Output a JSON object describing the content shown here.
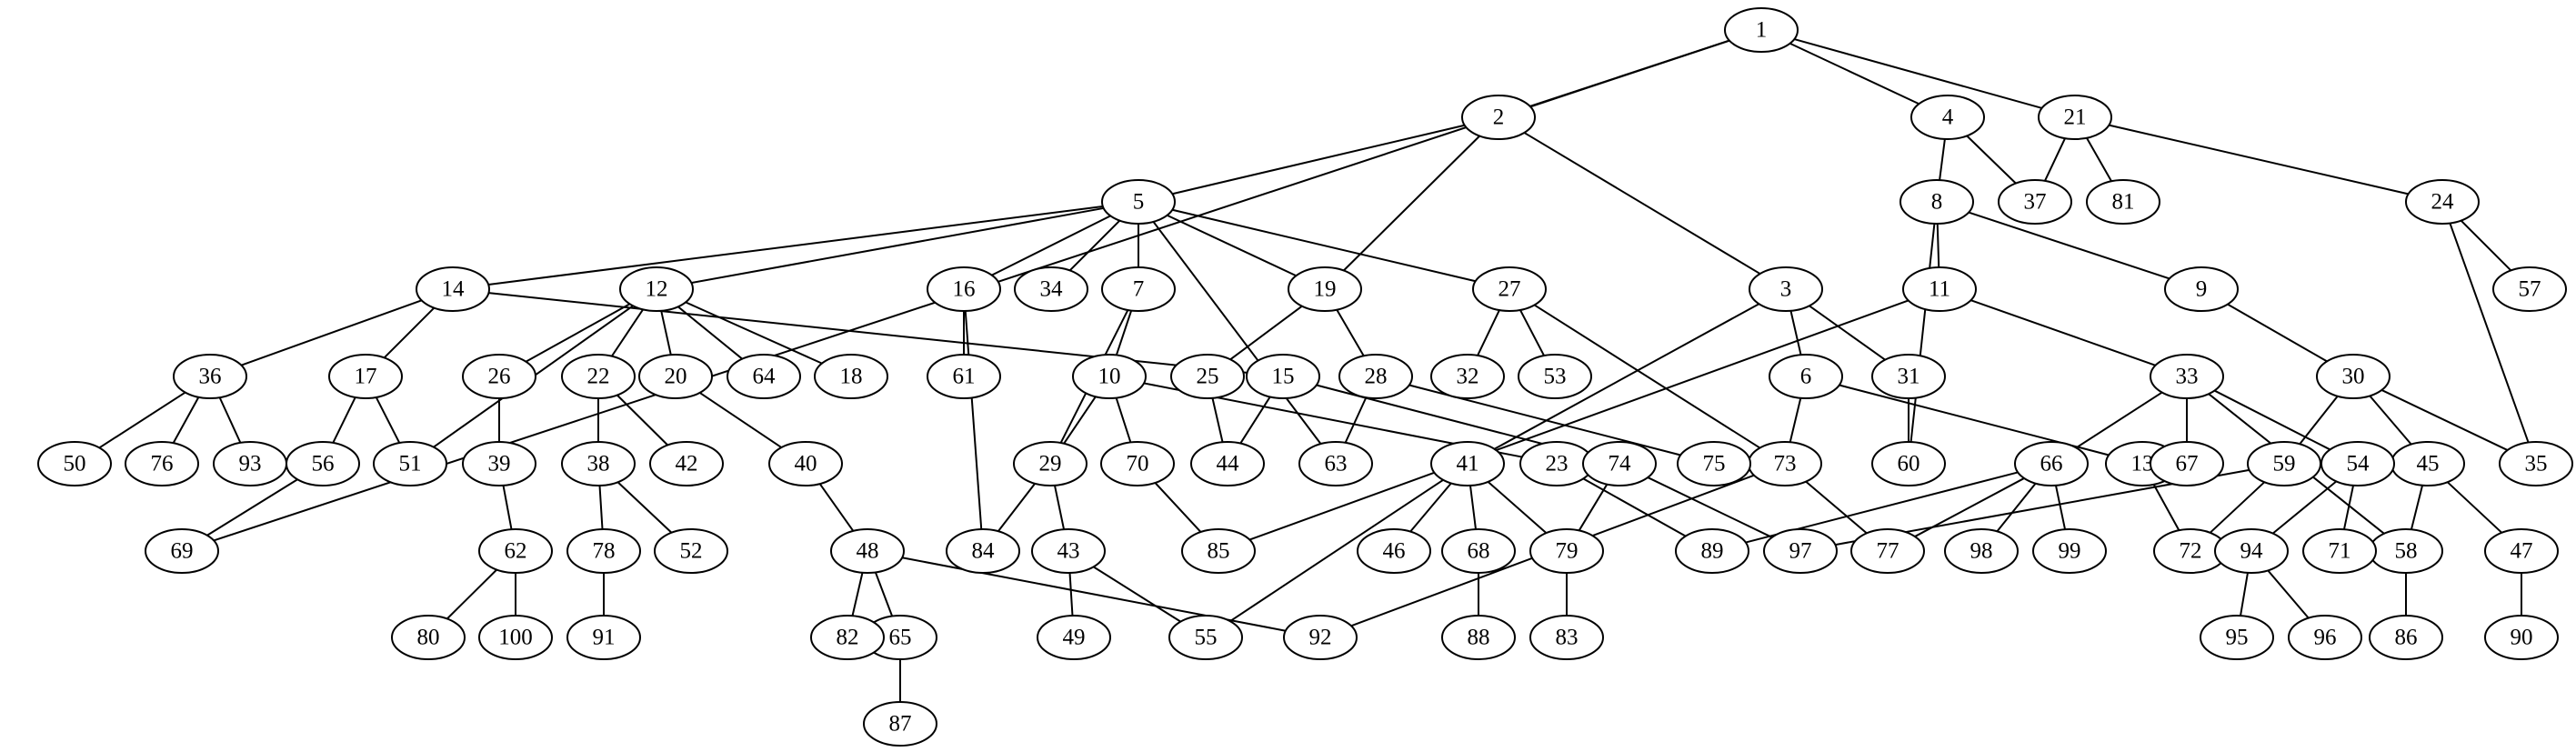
{
  "graph": {
    "nodes": [
      {
        "id": "1",
        "label": "1"
      },
      {
        "id": "2",
        "label": "2"
      },
      {
        "id": "3",
        "label": "3"
      },
      {
        "id": "4",
        "label": "4"
      },
      {
        "id": "5",
        "label": "5"
      },
      {
        "id": "6",
        "label": "6"
      },
      {
        "id": "7",
        "label": "7"
      },
      {
        "id": "8",
        "label": "8"
      },
      {
        "id": "9",
        "label": "9"
      },
      {
        "id": "10",
        "label": "10"
      },
      {
        "id": "11",
        "label": "11"
      },
      {
        "id": "12",
        "label": "12"
      },
      {
        "id": "13",
        "label": "13"
      },
      {
        "id": "14",
        "label": "14"
      },
      {
        "id": "15",
        "label": "15"
      },
      {
        "id": "16",
        "label": "16"
      },
      {
        "id": "17",
        "label": "17"
      },
      {
        "id": "18",
        "label": "18"
      },
      {
        "id": "19",
        "label": "19"
      },
      {
        "id": "20",
        "label": "20"
      },
      {
        "id": "21",
        "label": "21"
      },
      {
        "id": "22",
        "label": "22"
      },
      {
        "id": "23",
        "label": "23"
      },
      {
        "id": "24",
        "label": "24"
      },
      {
        "id": "25",
        "label": "25"
      },
      {
        "id": "26",
        "label": "26"
      },
      {
        "id": "27",
        "label": "27"
      },
      {
        "id": "28",
        "label": "28"
      },
      {
        "id": "29",
        "label": "29"
      },
      {
        "id": "30",
        "label": "30"
      },
      {
        "id": "31",
        "label": "31"
      },
      {
        "id": "32",
        "label": "32"
      },
      {
        "id": "33",
        "label": "33"
      },
      {
        "id": "34",
        "label": "34"
      },
      {
        "id": "35",
        "label": "35"
      },
      {
        "id": "36",
        "label": "36"
      },
      {
        "id": "37",
        "label": "37"
      },
      {
        "id": "38",
        "label": "38"
      },
      {
        "id": "39",
        "label": "39"
      },
      {
        "id": "40",
        "label": "40"
      },
      {
        "id": "41",
        "label": "41"
      },
      {
        "id": "42",
        "label": "42"
      },
      {
        "id": "43",
        "label": "43"
      },
      {
        "id": "44",
        "label": "44"
      },
      {
        "id": "45",
        "label": "45"
      },
      {
        "id": "46",
        "label": "46"
      },
      {
        "id": "47",
        "label": "47"
      },
      {
        "id": "48",
        "label": "48"
      },
      {
        "id": "49",
        "label": "49"
      },
      {
        "id": "50",
        "label": "50"
      },
      {
        "id": "51",
        "label": "51"
      },
      {
        "id": "52",
        "label": "52"
      },
      {
        "id": "53",
        "label": "53"
      },
      {
        "id": "54",
        "label": "54"
      },
      {
        "id": "55",
        "label": "55"
      },
      {
        "id": "56",
        "label": "56"
      },
      {
        "id": "57",
        "label": "57"
      },
      {
        "id": "58",
        "label": "58"
      },
      {
        "id": "59",
        "label": "59"
      },
      {
        "id": "60",
        "label": "60"
      },
      {
        "id": "61",
        "label": "61"
      },
      {
        "id": "62",
        "label": "62"
      },
      {
        "id": "63",
        "label": "63"
      },
      {
        "id": "64",
        "label": "64"
      },
      {
        "id": "65",
        "label": "65"
      },
      {
        "id": "66",
        "label": "66"
      },
      {
        "id": "67",
        "label": "67"
      },
      {
        "id": "68",
        "label": "68"
      },
      {
        "id": "69",
        "label": "69"
      },
      {
        "id": "70",
        "label": "70"
      },
      {
        "id": "71",
        "label": "71"
      },
      {
        "id": "72",
        "label": "72"
      },
      {
        "id": "73",
        "label": "73"
      },
      {
        "id": "74",
        "label": "74"
      },
      {
        "id": "75",
        "label": "75"
      },
      {
        "id": "76",
        "label": "76"
      },
      {
        "id": "77",
        "label": "77"
      },
      {
        "id": "78",
        "label": "78"
      },
      {
        "id": "79",
        "label": "79"
      },
      {
        "id": "80",
        "label": "80"
      },
      {
        "id": "81",
        "label": "81"
      },
      {
        "id": "82",
        "label": "82"
      },
      {
        "id": "83",
        "label": "83"
      },
      {
        "id": "84",
        "label": "84"
      },
      {
        "id": "85",
        "label": "85"
      },
      {
        "id": "86",
        "label": "86"
      },
      {
        "id": "87",
        "label": "87"
      },
      {
        "id": "88",
        "label": "88"
      },
      {
        "id": "89",
        "label": "89"
      },
      {
        "id": "90",
        "label": "90"
      },
      {
        "id": "91",
        "label": "91"
      },
      {
        "id": "92",
        "label": "92"
      },
      {
        "id": "93",
        "label": "93"
      },
      {
        "id": "94",
        "label": "94"
      },
      {
        "id": "95",
        "label": "95"
      },
      {
        "id": "96",
        "label": "96"
      },
      {
        "id": "97",
        "label": "97"
      },
      {
        "id": "98",
        "label": "98"
      },
      {
        "id": "99",
        "label": "99"
      },
      {
        "id": "100",
        "label": "100"
      }
    ],
    "edges": [
      [
        "1",
        "2"
      ],
      [
        "1",
        "4"
      ],
      [
        "1",
        "21"
      ],
      [
        "1",
        "69"
      ],
      [
        "2",
        "5"
      ],
      [
        "2",
        "19"
      ],
      [
        "2",
        "3"
      ],
      [
        "4",
        "8"
      ],
      [
        "4",
        "37"
      ],
      [
        "21",
        "37"
      ],
      [
        "21",
        "81"
      ],
      [
        "21",
        "24"
      ],
      [
        "24",
        "57"
      ],
      [
        "24",
        "35"
      ],
      [
        "5",
        "14"
      ],
      [
        "5",
        "12"
      ],
      [
        "5",
        "16"
      ],
      [
        "5",
        "34"
      ],
      [
        "5",
        "7"
      ],
      [
        "5",
        "19"
      ],
      [
        "5",
        "27"
      ],
      [
        "5",
        "63"
      ],
      [
        "8",
        "11"
      ],
      [
        "8",
        "9"
      ],
      [
        "8",
        "60"
      ],
      [
        "3",
        "6"
      ],
      [
        "3",
        "31"
      ],
      [
        "3",
        "41"
      ],
      [
        "11",
        "85"
      ],
      [
        "11",
        "33"
      ],
      [
        "9",
        "30"
      ],
      [
        "14",
        "36"
      ],
      [
        "14",
        "17"
      ],
      [
        "14",
        "15"
      ],
      [
        "12",
        "51"
      ],
      [
        "12",
        "26"
      ],
      [
        "12",
        "22"
      ],
      [
        "12",
        "20"
      ],
      [
        "12",
        "64"
      ],
      [
        "12",
        "18"
      ],
      [
        "16",
        "61"
      ],
      [
        "16",
        "84"
      ],
      [
        "7",
        "10"
      ],
      [
        "7",
        "29"
      ],
      [
        "19",
        "25"
      ],
      [
        "19",
        "28"
      ],
      [
        "27",
        "32"
      ],
      [
        "27",
        "53"
      ],
      [
        "27",
        "73"
      ],
      [
        "6",
        "73"
      ],
      [
        "6",
        "13"
      ],
      [
        "31",
        "60"
      ],
      [
        "33",
        "66"
      ],
      [
        "33",
        "67"
      ],
      [
        "33",
        "54"
      ],
      [
        "33",
        "58"
      ],
      [
        "30",
        "59"
      ],
      [
        "30",
        "45"
      ],
      [
        "30",
        "35"
      ],
      [
        "36",
        "50"
      ],
      [
        "36",
        "76"
      ],
      [
        "36",
        "93"
      ],
      [
        "17",
        "56"
      ],
      [
        "17",
        "51"
      ],
      [
        "26",
        "39"
      ],
      [
        "22",
        "38"
      ],
      [
        "22",
        "42"
      ],
      [
        "20",
        "40"
      ],
      [
        "10",
        "29"
      ],
      [
        "10",
        "70"
      ],
      [
        "10",
        "23"
      ],
      [
        "25",
        "44"
      ],
      [
        "15",
        "44"
      ],
      [
        "15",
        "74"
      ],
      [
        "28",
        "63"
      ],
      [
        "28",
        "75"
      ],
      [
        "56",
        "69"
      ],
      [
        "39",
        "62"
      ],
      [
        "38",
        "78"
      ],
      [
        "38",
        "52"
      ],
      [
        "40",
        "48"
      ],
      [
        "29",
        "84"
      ],
      [
        "29",
        "43"
      ],
      [
        "70",
        "85"
      ],
      [
        "41",
        "46"
      ],
      [
        "41",
        "68"
      ],
      [
        "41",
        "79"
      ],
      [
        "41",
        "55"
      ],
      [
        "23",
        "89"
      ],
      [
        "74",
        "79"
      ],
      [
        "74",
        "97"
      ],
      [
        "73",
        "77"
      ],
      [
        "73",
        "92"
      ],
      [
        "66",
        "89"
      ],
      [
        "66",
        "77"
      ],
      [
        "66",
        "98"
      ],
      [
        "66",
        "99"
      ],
      [
        "13",
        "72"
      ],
      [
        "59",
        "97"
      ],
      [
        "59",
        "72"
      ],
      [
        "54",
        "94"
      ],
      [
        "54",
        "71"
      ],
      [
        "45",
        "58"
      ],
      [
        "45",
        "47"
      ],
      [
        "62",
        "80"
      ],
      [
        "62",
        "100"
      ],
      [
        "78",
        "91"
      ],
      [
        "48",
        "82"
      ],
      [
        "48",
        "65"
      ],
      [
        "48",
        "92"
      ],
      [
        "43",
        "49"
      ],
      [
        "43",
        "55"
      ],
      [
        "68",
        "88"
      ],
      [
        "79",
        "83"
      ],
      [
        "94",
        "95"
      ],
      [
        "94",
        "96"
      ],
      [
        "58",
        "86"
      ],
      [
        "47",
        "90"
      ],
      [
        "65",
        "87"
      ]
    ]
  }
}
